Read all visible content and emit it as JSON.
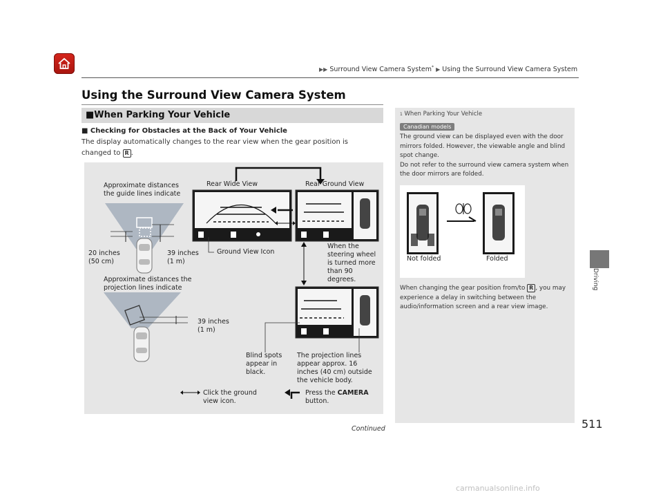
{
  "header": {
    "breadcrumb_1": "Surround View Camera System",
    "breadcrumb_star": "*",
    "breadcrumb_2": "Using the Surround View Camera System"
  },
  "page": {
    "title": "Using the Surround View Camera System",
    "section_heading": "■When Parking Your Vehicle",
    "subheading": "■ Checking for Obstacles at the Back of Your Vehicle",
    "body_line1": "The display automatically changes to the rear view when the gear position is",
    "body_line2_pre": "changed to ",
    "body_line2_gear": "R",
    "body_line2_post": "."
  },
  "figure": {
    "label_approx_guide": "Approximate distances\nthe guide lines indicate",
    "label_20in": "20 inches\n(50 cm)",
    "label_39in_top": "39 inches\n(1 m)",
    "label_approx_proj": "Approximate distances the\nprojection lines indicate",
    "label_39in_bottom": "39 inches\n(1 m)",
    "label_rear_wide": "Rear Wide View",
    "label_rear_ground": "Rear Ground View",
    "label_ground_icon": "Ground View Icon",
    "label_steering": "When the\nsteering wheel\nis turned more\nthan 90\ndegrees.",
    "label_blind": "Blind spots\nappear in\nblack.",
    "label_projection": "The projection lines\nappear approx. 16\ninches (40 cm) outside\nthe vehicle body.",
    "label_click_ground": "Click the ground\nview icon.",
    "label_press_pre": "Press the ",
    "label_press_camera": "CAMERA",
    "label_press_post": "button."
  },
  "sidebar": {
    "heading_num": "1",
    "heading": "When Parking Your Vehicle",
    "badge": "Canadian models",
    "paragraph1": "The ground view can be displayed even with the door mirrors folded. However, the viewable angle and blind spot change.",
    "paragraph2": "Do not refer to the surround view camera system when the door mirrors are folded.",
    "label_not_folded": "Not folded",
    "label_folded": "Folded",
    "paragraph3_pre": "When changing the gear position from/to ",
    "paragraph3_gear": "R",
    "paragraph3_post": ", you may experience a delay in switching between the audio/information screen and a rear view image."
  },
  "right_tab": "Driving",
  "footer": {
    "page_number": "511",
    "continued": "Continued"
  },
  "watermark": "carmanualsonline.info"
}
